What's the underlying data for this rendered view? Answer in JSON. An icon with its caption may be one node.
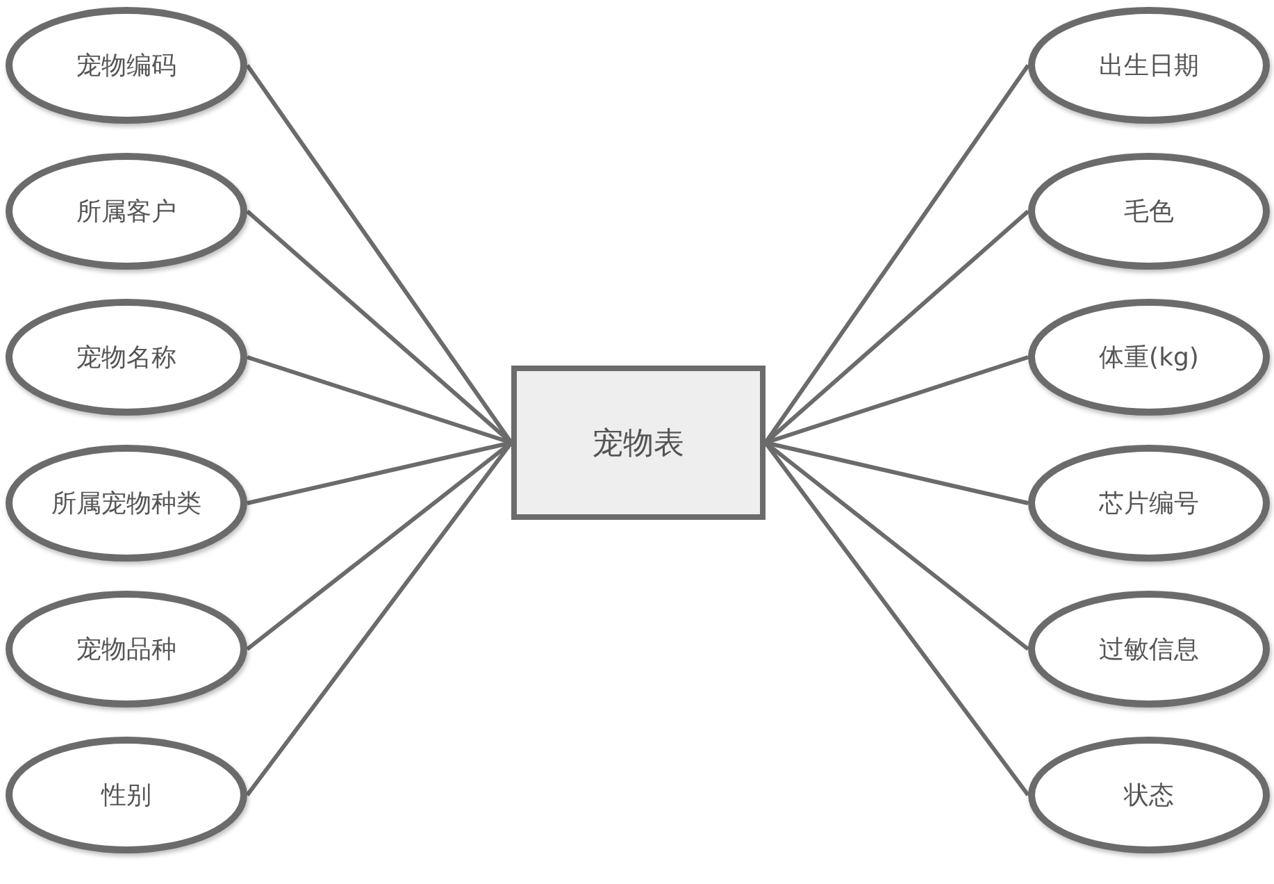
{
  "diagram": {
    "nodes": [
      {
        "text": [
          "宠物表"
        ]
      },
      {
        "text": [
          "宠物编码"
        ]
      },
      {
        "text": [
          "所属客户"
        ]
      },
      {
        "text": [
          "宠物名称"
        ]
      },
      {
        "text": [
          "所属宠物种类"
        ]
      },
      {
        "text": [
          "宠物品种"
        ]
      },
      {
        "text": [
          "性别"
        ]
      },
      {
        "text": [
          "出生日期"
        ]
      },
      {
        "text": [
          "毛色"
        ]
      },
      {
        "text": [
          "体重(kg)"
        ]
      },
      {
        "text": [
          "芯片编号"
        ]
      },
      {
        "text": [
          "过敏信息"
        ]
      },
      {
        "text": [
          "状态"
        ]
      }
    ],
    "edges": [
      {
        "from": 0,
        "to": 1,
        "arrow": "none"
      },
      {
        "from": 0,
        "to": 2,
        "arrow": "none"
      },
      {
        "from": 0,
        "to": 3,
        "arrow": "none"
      },
      {
        "from": 0,
        "to": 4,
        "arrow": "none"
      },
      {
        "from": 0,
        "to": 5,
        "arrow": "none"
      },
      {
        "from": 0,
        "to": 6,
        "arrow": "none"
      },
      {
        "from": 0,
        "to": 7,
        "arrow": "none"
      },
      {
        "from": 0,
        "to": 8,
        "arrow": "none"
      },
      {
        "from": 0,
        "to": 9,
        "arrow": "none"
      },
      {
        "from": 0,
        "to": 10,
        "arrow": "none"
      },
      {
        "from": 0,
        "to": 11,
        "arrow": "none"
      },
      {
        "from": 0,
        "to": 12,
        "arrow": "none"
      }
    ]
  }
}
